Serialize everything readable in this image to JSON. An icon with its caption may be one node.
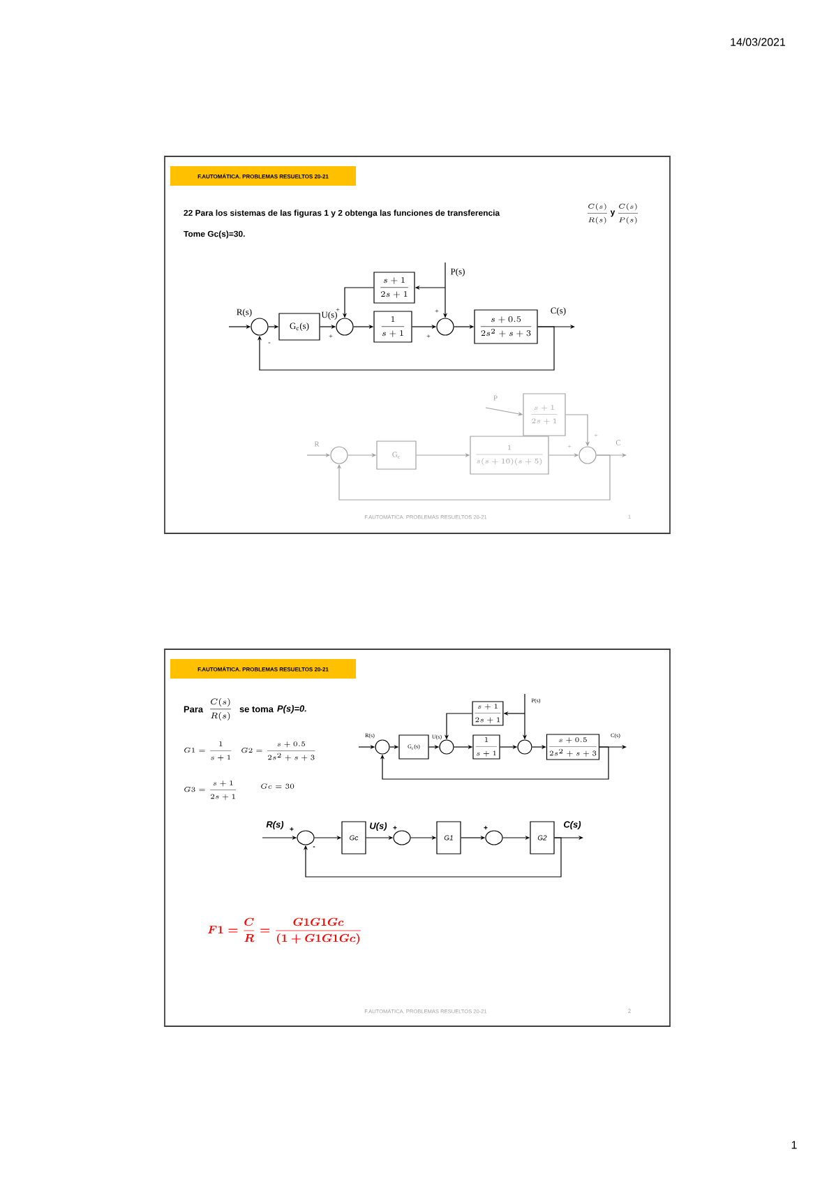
{
  "diagram": {
    "nodes": [
      {
        "text": [
          "F.AUTOMÁTICA. PROBLEMAS RESUELTOS 20-21"
        ]
      },
      {
        "text": [],
        "shape": "circle"
      },
      {
        "text": [
          "G$_{c}$(s)"
        ]
      },
      {
        "text": [],
        "shape": "circle"
      },
      {
        "text": [
          "\\frac{1}{s+1}"
        ]
      },
      {
        "text": [
          "\\frac{s+1}{2s+1}"
        ]
      },
      {
        "text": [],
        "shape": "circle"
      },
      {
        "text": [
          "\\frac{s+0.5}{2s^2+s+3}"
        ]
      },
      {
        "text": [],
        "shape": "circle"
      },
      {
        "text": [
          "G$_{c}$"
        ]
      },
      {
        "text": [
          "\\frac{1}{s(s+10)(s+5)}"
        ]
      },
      {
        "text": [
          "\\frac{s+1}{2s+1}"
        ]
      },
      {
        "text": [],
        "shape": "circle"
      },
      {
        "text": [
          "F.AUTOMÁTICA. PROBLEMAS RESUELTOS 20-21"
        ]
      },
      {
        "text": [],
        "shape": "circle"
      },
      {
        "text": [
          "G$_{c}$(s)"
        ]
      },
      {
        "text": [],
        "shape": "circle"
      },
      {
        "text": [
          "\\frac{1}{s+1}"
        ]
      },
      {
        "text": [
          "\\frac{s+1}{2s+1}"
        ]
      },
      {
        "text": [],
        "shape": "circle"
      },
      {
        "text": [
          "\\frac{s+0.5}{2s^2+s+3}"
        ]
      },
      {
        "text": [],
        "shape": "circle"
      },
      {
        "text": [
          "Gc"
        ]
      },
      {
        "text": [],
        "shape": "circle"
      },
      {
        "text": [
          "G1"
        ]
      },
      {
        "text": [],
        "shape": "circle"
      },
      {
        "text": [
          "G2"
        ]
      }
    ],
    "edges": [
      {
        "from": null,
        "to": 1,
        "arrow": "to",
        "label": "R(s)"
      },
      {
        "from": 1,
        "to": 2,
        "arrow": "to"
      },
      {
        "from": 2,
        "to": 3,
        "arrow": "to",
        "label": "U(s)"
      },
      {
        "from": 3,
        "to": 4,
        "arrow": "to"
      },
      {
        "from": 4,
        "to": 6,
        "arrow": "to"
      },
      {
        "from": 6,
        "to": 7,
        "arrow": "to"
      },
      {
        "from": 7,
        "to": null,
        "arrow": "to",
        "label": "C(s)"
      },
      {
        "from": 7,
        "to": 1,
        "arrow": "to"
      },
      {
        "from": null,
        "to": 6,
        "arrow": "to",
        "label": "P(s)"
      },
      {
        "from": null,
        "to": 5,
        "arrow": "to"
      },
      {
        "from": 5,
        "to": 3,
        "arrow": "to"
      },
      {
        "from": null,
        "to": 8,
        "arrow": "to",
        "label": "R",
        "color": "#a0a0a0"
      },
      {
        "from": 8,
        "to": 9,
        "arrow": "to",
        "color": "#a0a0a0"
      },
      {
        "from": 9,
        "to": 10,
        "arrow": "to",
        "color": "#a0a0a0"
      },
      {
        "from": 10,
        "to": 12,
        "arrow": "to",
        "color": "#a0a0a0"
      },
      {
        "from": 12,
        "to": null,
        "arrow": "to",
        "label": "C",
        "color": "#a0a0a0"
      },
      {
        "from": 12,
        "to": 8,
        "arrow": "to",
        "color": "#a0a0a0"
      },
      {
        "from": null,
        "to": 11,
        "arrow": "to",
        "label": "P",
        "color": "#a0a0a0"
      },
      {
        "from": 11,
        "to": 12,
        "arrow": "to",
        "color": "#a0a0a0"
      },
      {
        "from": null,
        "to": 14,
        "arrow": "to",
        "label": "R(s)"
      },
      {
        "from": 14,
        "to": 15,
        "arrow": "to"
      },
      {
        "from": 15,
        "to": 16,
        "arrow": "to",
        "label": "U(s)"
      },
      {
        "from": 16,
        "to": 17,
        "arrow": "to"
      },
      {
        "from": 17,
        "to": 19,
        "arrow": "to"
      },
      {
        "from": 19,
        "to": 20,
        "arrow": "to"
      },
      {
        "from": 20,
        "to": null,
        "arrow": "to",
        "label": "C(s)"
      },
      {
        "from": 20,
        "to": 14,
        "arrow": "to"
      },
      {
        "from": null,
        "to": 19,
        "arrow": "to",
        "label": "P(s)"
      },
      {
        "from": null,
        "to": 18,
        "arrow": "to"
      },
      {
        "from": 18,
        "to": 16,
        "arrow": "to"
      },
      {
        "from": null,
        "to": 21,
        "arrow": "to",
        "label": "R(s)"
      },
      {
        "from": 21,
        "to": 22,
        "arrow": "to"
      },
      {
        "from": 22,
        "to": 23,
        "arrow": "to",
        "label": "U(s)"
      },
      {
        "from": 23,
        "to": 24,
        "arrow": "to"
      },
      {
        "from": 24,
        "to": 25,
        "arrow": "to"
      },
      {
        "from": 25,
        "to": 26,
        "arrow": "to"
      },
      {
        "from": 26,
        "to": null,
        "arrow": "to",
        "label": "C(s)"
      },
      {
        "from": 26,
        "to": 21,
        "arrow": "to"
      }
    ],
    "labels": [
      "14/03/2021",
      "22 Para los sistemas de las figuras 1 y 2 obtenga las funciones de transferencia",
      "\\frac{C(s)}{R(s)}",
      "y",
      "\\frac{C(s)}{P(s)}",
      "Tome Gc(s)=30.",
      "+",
      "+",
      "+",
      "+",
      "-",
      "+",
      "+",
      "F.AUTOMÁTICA. PROBLEMAS RESUELTOS 20-21",
      "1",
      "Para",
      "\\frac{C(s)}{R(s)}",
      "se toma",
      "P(s)=0.",
      "G1=\\frac{1}{s+1}",
      "G2=\\frac{s+0.5}{2s^2+s+3}",
      "G3=\\frac{s+1}{2s+1}",
      "Gc=30",
      "+",
      "-",
      "+",
      "+",
      "F1=\\frac{C}{R}=\\frac{G1G1Gc}{(1+G1G1Gc)}",
      "F.AUTOMÁTICA. PROBLEMAS RESUELTOS 20-21",
      "2",
      "1"
    ]
  }
}
